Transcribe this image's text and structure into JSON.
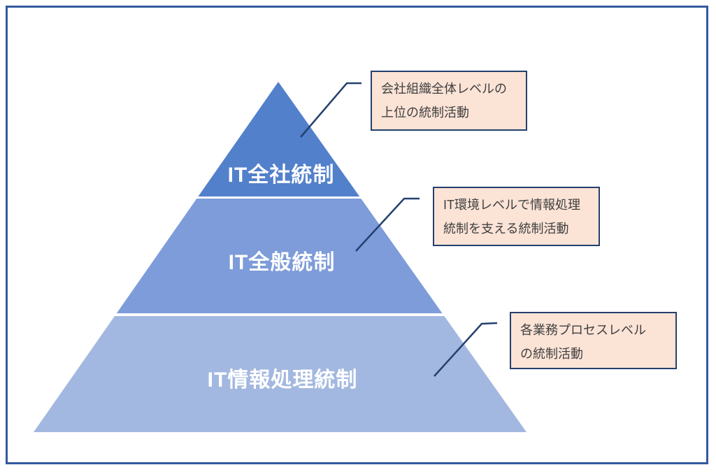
{
  "colors": {
    "frame-border": "#33599E",
    "tier-top": "#5280CB",
    "tier-middle": "#7D9CD9",
    "tier-bottom": "#A3B8E0",
    "tier-label": "#FFFFFF",
    "callout-bg": "#FBE3D6",
    "callout-border": "#24406E",
    "callout-text": "#404040",
    "connector": "#24406E"
  },
  "pyramid": {
    "levels": [
      {
        "label": "IT全社統制"
      },
      {
        "label": "IT全般統制"
      },
      {
        "label": "IT情報処理統制"
      }
    ]
  },
  "callouts": [
    {
      "line1": "会社組織全体レベルの",
      "line2": "上位の統制活動"
    },
    {
      "line1": "IT環境レベルで情報処理",
      "line2": "統制を支える統制活動"
    },
    {
      "line1": "各業務プロセスレベル",
      "line2": "の統制活動"
    }
  ]
}
